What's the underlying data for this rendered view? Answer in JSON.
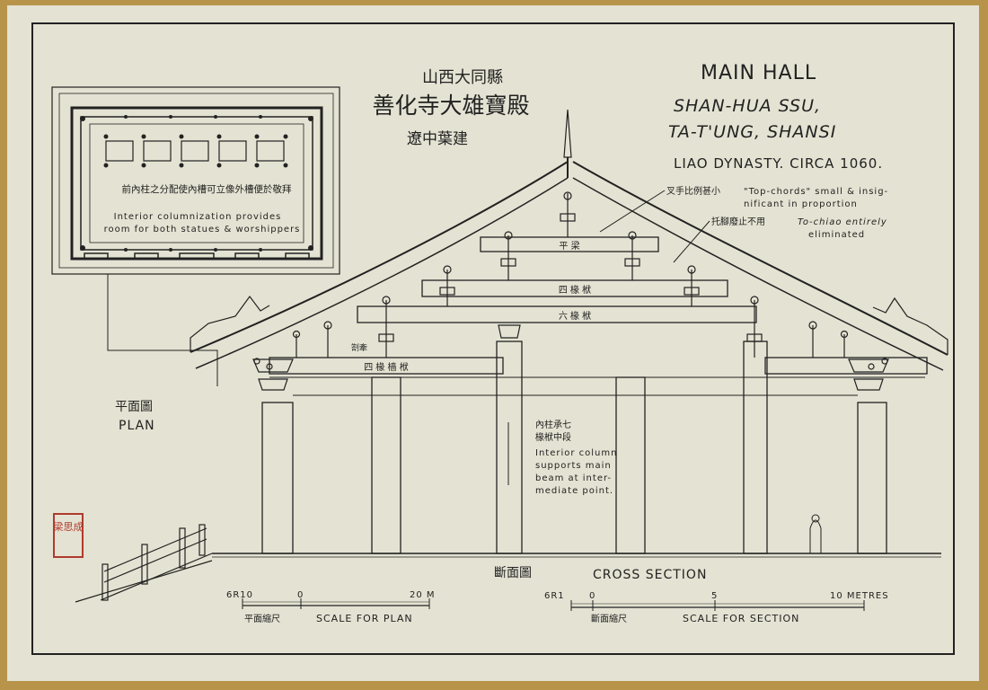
{
  "titles": {
    "zh_line1": "山西大同縣",
    "zh_line2": "善化寺大雄寶殿",
    "zh_line3": "遼中葉建",
    "en_line1": "MAIN HALL",
    "en_line2": "SHAN-HUA SSU,",
    "en_line3": "TA-T'UNG, SHANSI",
    "en_line4": "LIAO DYNASTY. CIRCA 1060."
  },
  "plan_inset": {
    "note_zh": "前內柱之分配使內槽可立像外槽便於敬拜",
    "note_en_line1": "Interior columnization provides",
    "note_en_line2": "room for both statues & worshippers",
    "label_zh": "平面圖",
    "label_en": "PLAN"
  },
  "callouts": {
    "chords_zh": "叉手比例甚小",
    "chords_en_line1": "\"Top-chords\" small & insig-",
    "chords_en_line2": "nificant in proportion",
    "tochiao_zh": "托腳廢止不用",
    "tochiao_en_line1": "To-chiao entirely",
    "tochiao_en_line2": "eliminated",
    "column_zh_line1": "內柱承七",
    "column_zh_line2": "椽栿中段",
    "column_en_line1": "Interior column",
    "column_en_line2": "supports main",
    "column_en_line3": "beam at inter-",
    "column_en_line4": "mediate point."
  },
  "beams": {
    "top": "平  梁",
    "four": "四  椽  栿",
    "six": "六  椽  栿",
    "side_zh": "四  椽  樯  栿",
    "side_tag": "劄牽"
  },
  "section_labels": {
    "zh": "斷面圖",
    "en": "CROSS  SECTION"
  },
  "scale_plan": {
    "start": "6R10",
    "mid": "0",
    "end": "20 M",
    "label_zh": "平面縮尺",
    "label_en": "SCALE FOR PLAN"
  },
  "scale_section": {
    "start": "6R1",
    "zero": "0",
    "mid": "5",
    "end": "10 METRES",
    "label_zh": "斷面縮尺",
    "label_en": "SCALE FOR SECTION"
  },
  "seal": {
    "text": "梁思成"
  },
  "colors": {
    "paper": "#e4e2d2",
    "ink": "#222222",
    "frame": "#b8944a",
    "seal": "#b03a2e"
  }
}
